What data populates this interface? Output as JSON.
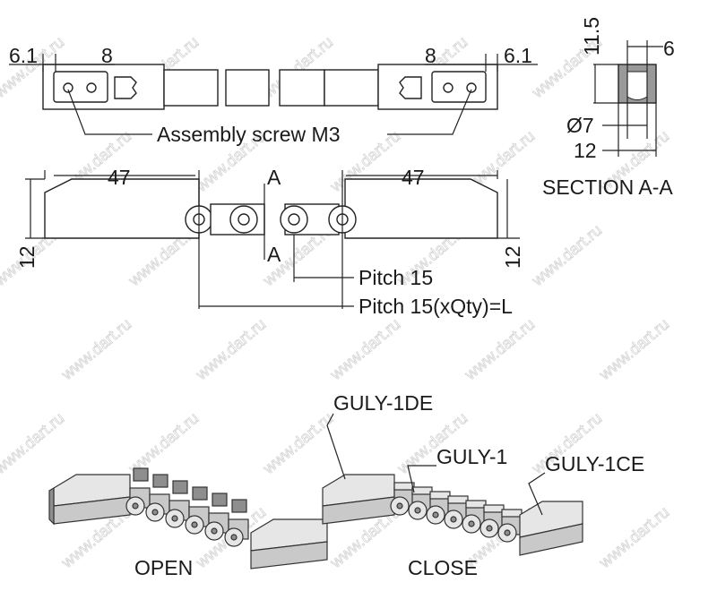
{
  "watermark": "www.dart.ru",
  "top_view": {
    "dim_left_outer": "6.1",
    "dim_left_inner": "8",
    "dim_right_inner": "8",
    "dim_right_outer": "6.1",
    "screw_label": "Assembly screw M3"
  },
  "side_view": {
    "dim_left_length": "47",
    "dim_right_length": "47",
    "section_mark_top": "A",
    "section_mark_bottom": "A",
    "dim_left_height": "12",
    "dim_right_height": "12",
    "pitch_label": "Pitch 15",
    "pitch_total_label": "Pitch 15(xQty)=L"
  },
  "section": {
    "dim_height": "11.5",
    "dim_inner_width": "6",
    "dim_bore": "Ø7",
    "dim_width": "12",
    "title": "SECTION A-A"
  },
  "iso_views": {
    "label_end_left": "GULY-1DE",
    "label_link": "GULY-1",
    "label_end_right": "GULY-1CE",
    "label_open": "OPEN",
    "label_close": "CLOSE"
  }
}
